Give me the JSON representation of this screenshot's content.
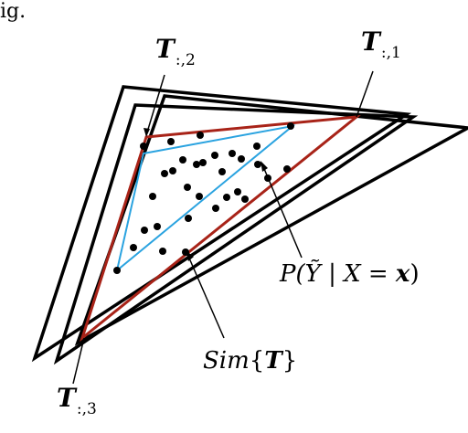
{
  "header_fragment": "ig.",
  "labels": {
    "t1": {
      "symbol": "T",
      "subscript": ":,1"
    },
    "t2": {
      "symbol": "T",
      "subscript": ":,2"
    },
    "t3": {
      "symbol": "T",
      "subscript": ":,3"
    },
    "sim": {
      "prefix": "Sim",
      "open": "{",
      "symbol": "T",
      "close": "}"
    },
    "p": {
      "text": "P(Ỹ | X = ",
      "var": "x",
      "close": ")"
    }
  },
  "colors": {
    "outer_triangles": "#000000",
    "sim_triangle": "#a82318",
    "p_triangle": "#2aa3e0",
    "points": "#000000"
  },
  "point_count": 31
}
